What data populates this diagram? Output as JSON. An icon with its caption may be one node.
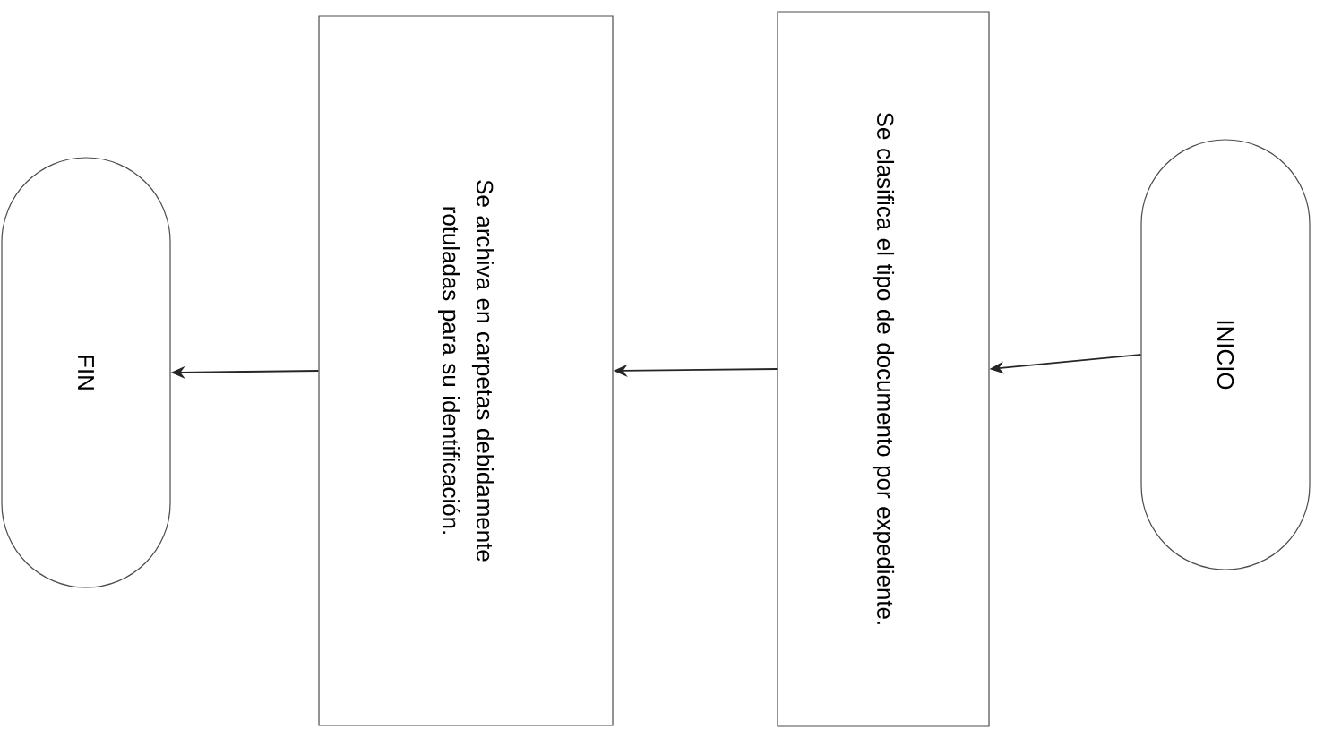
{
  "diagram": {
    "nodes": [
      {
        "text": [
          "INICIO"
        ]
      },
      {
        "text": [
          "Se clasifica el tipo de documento por expediente."
        ]
      },
      {
        "text": [
          "Se archiva en carpetas debidamente rotuladas para su identificación."
        ]
      },
      {
        "text": [
          "FIN"
        ]
      }
    ],
    "edges": [
      {
        "from": 0,
        "to": 1,
        "arrow": "to"
      },
      {
        "from": 1,
        "to": 2,
        "arrow": "to"
      },
      {
        "from": 2,
        "to": 3,
        "arrow": "to"
      }
    ]
  }
}
